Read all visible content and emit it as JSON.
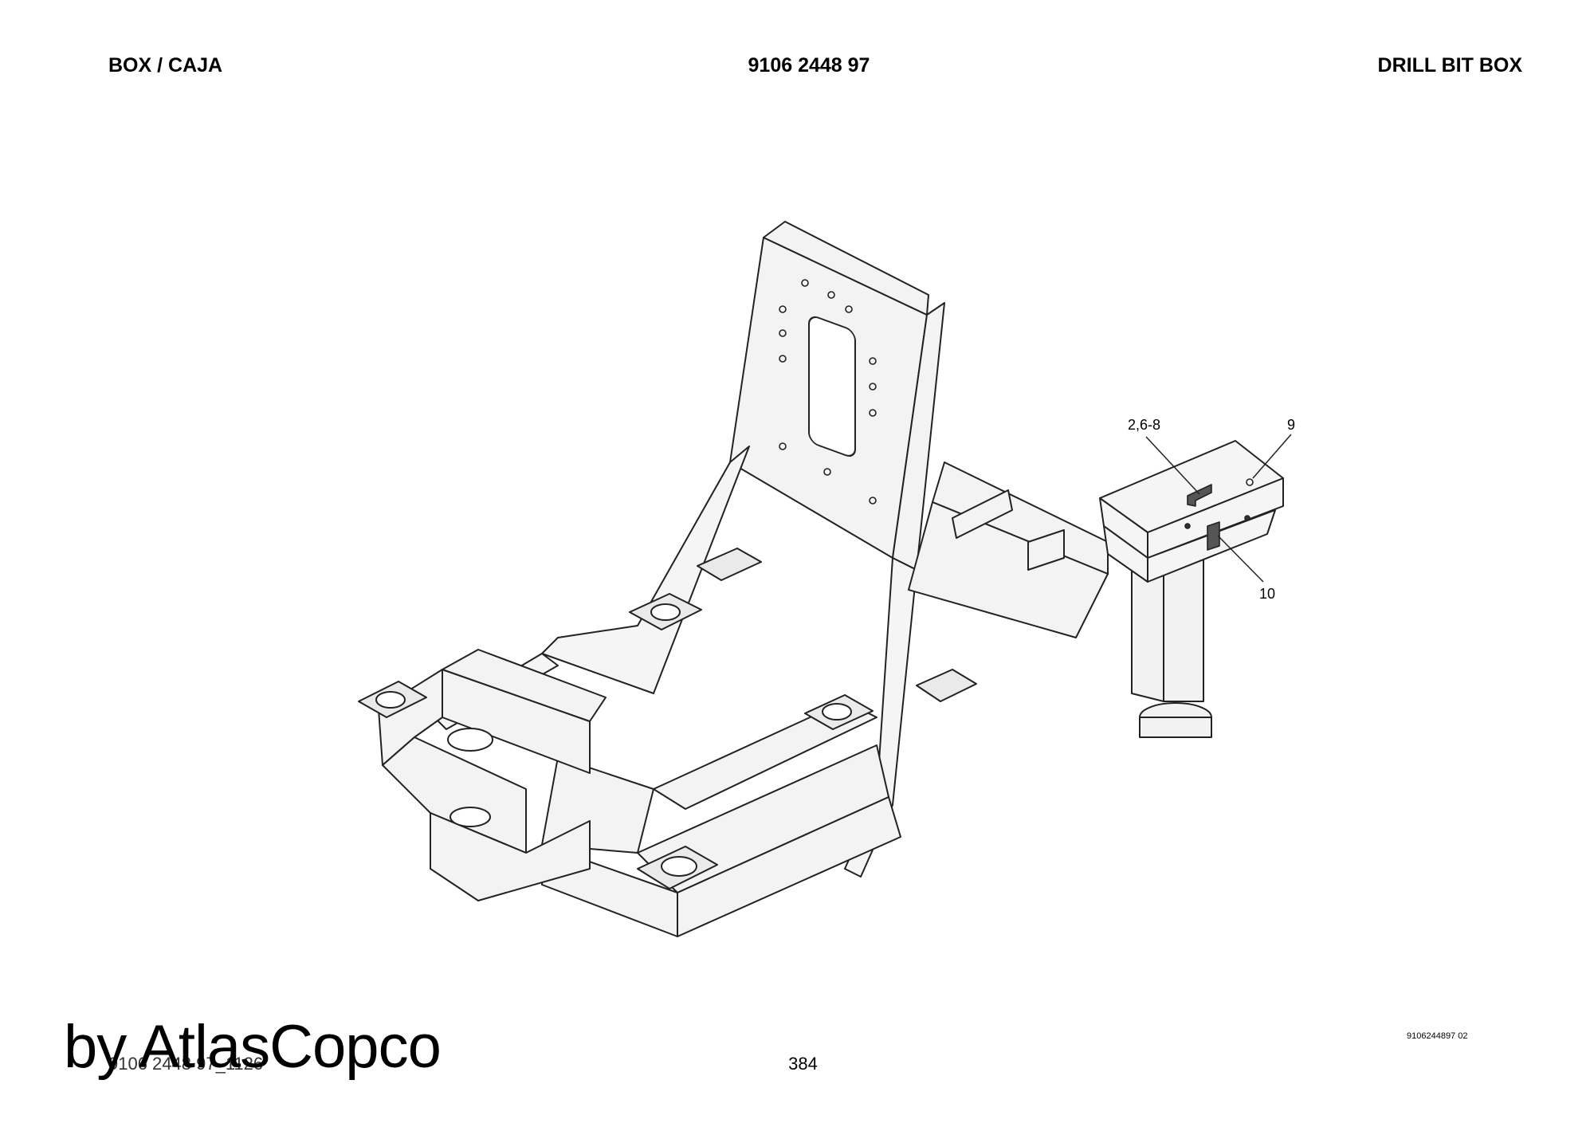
{
  "header": {
    "left": "BOX / CAJA",
    "center": "9106 2448 97",
    "right": "DRILL BIT BOX"
  },
  "callouts": {
    "items_2_6_8": "2,6-8",
    "item_9": "9",
    "item_10": "10"
  },
  "footer": {
    "drawing_ref": "9106244897 02",
    "doc_code": "9106 2448 97_1126",
    "page_number": "384",
    "watermark": "by AtlasCopco"
  }
}
